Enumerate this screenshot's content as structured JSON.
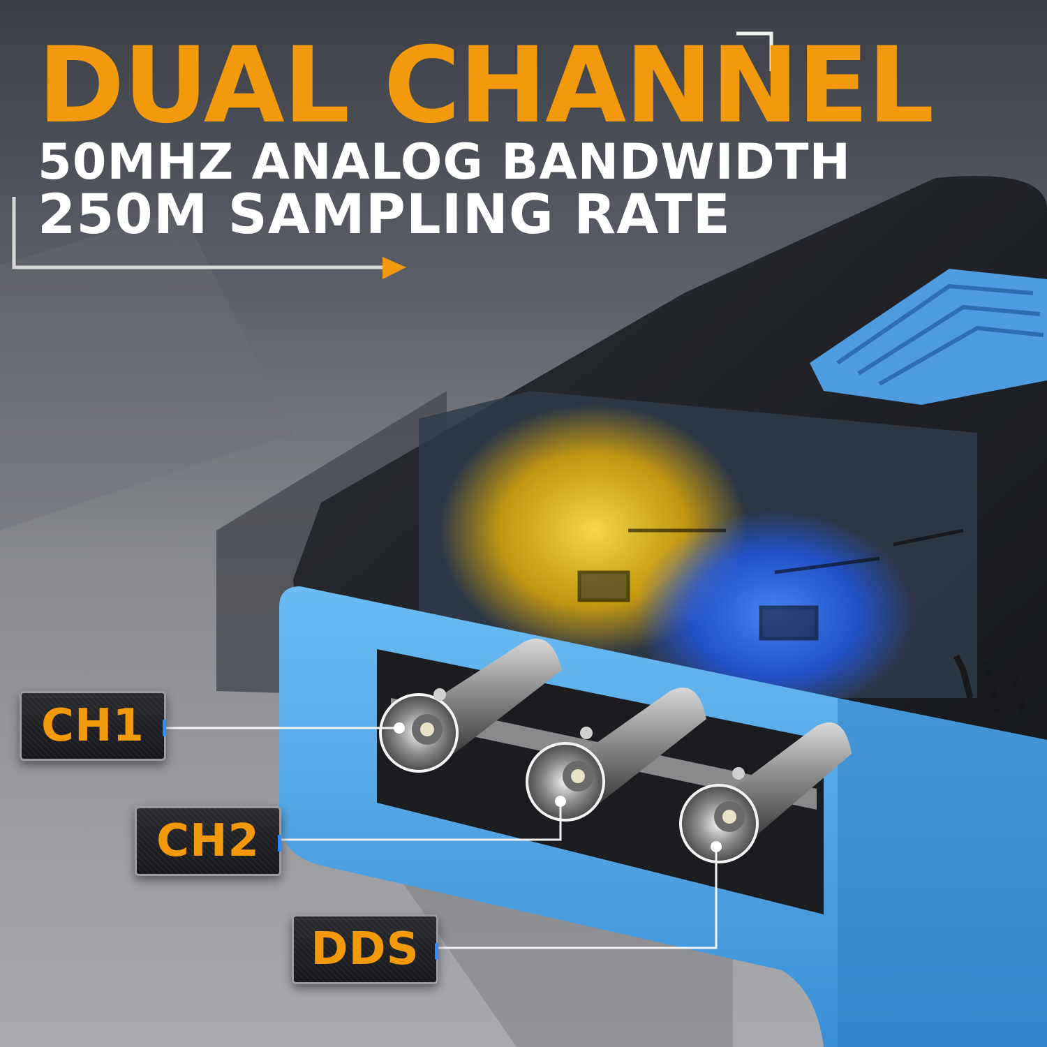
{
  "headline": "DUAL CHANNEL",
  "specs": {
    "bandwidth": "50MHZ ANALOG BANDWIDTH",
    "sampling": "250M SAMPLING RATE"
  },
  "labels": {
    "ch1": "CH1",
    "ch2": "CH2",
    "dds": "DDS"
  },
  "colors": {
    "accent_orange": "#f39a0c",
    "case_blue": "#4da6e8",
    "body_black": "#1e2024",
    "glow_yellow": "#f5c500",
    "glow_blue": "#1e5dff",
    "callout_line": "#f2f2f2"
  }
}
